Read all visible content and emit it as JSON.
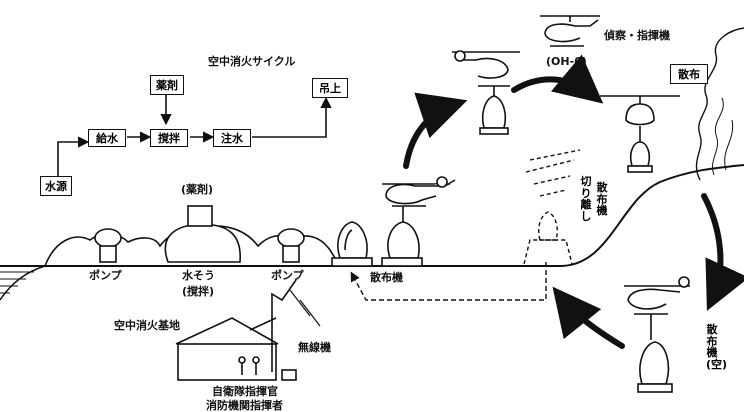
{
  "diagram": {
    "title": "空中消火サイクル",
    "cycle_boxes": {
      "water_source": "水源",
      "water_supply": "給水",
      "stirring": "撹拌",
      "pouring": "注水",
      "lifting": "吊上",
      "agent": "薬剤"
    },
    "labels": {
      "agent_bag": "(薬剤)",
      "pump_left": "ポンプ",
      "pump_right": "ポンプ",
      "tank": "水そう",
      "tank_sub": "(撹拌)",
      "spreader": "散布機",
      "recon": "偵察・指揮機",
      "recon_model": "(OH-6)",
      "spray": "散布",
      "detach": "切り離し",
      "spreader_vertical": "散布機",
      "empty_spreader": "散布機(空)",
      "base": "空中消火基地",
      "radio": "無線機",
      "commander_1": "自衛隊指揮官",
      "commander_2": "消防機関指揮者"
    }
  }
}
